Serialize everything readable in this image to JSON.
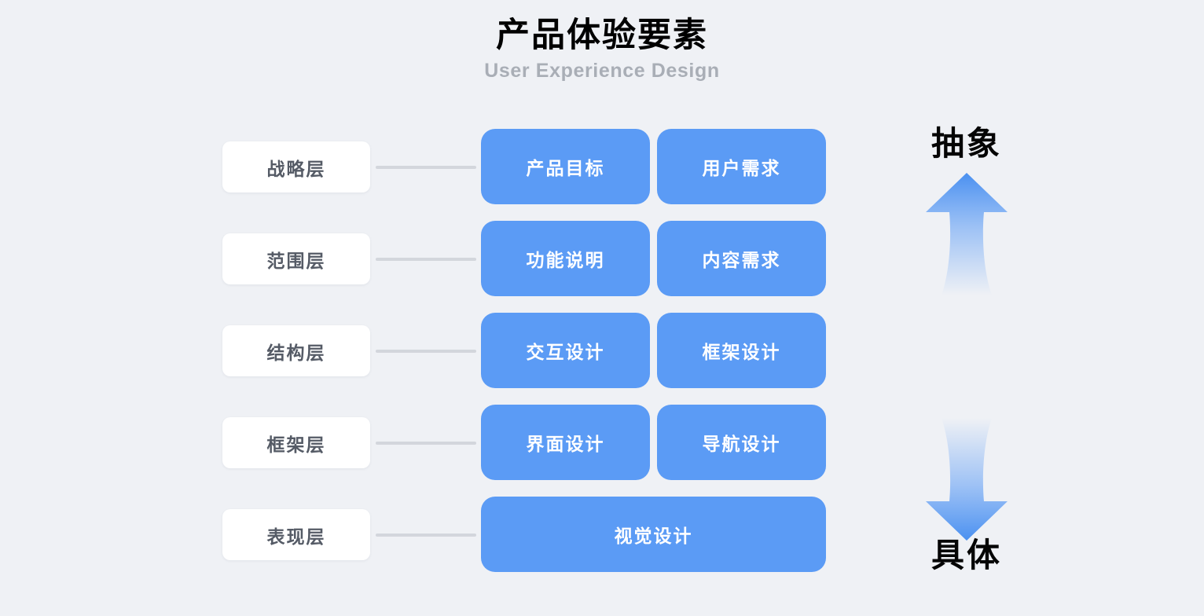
{
  "header": {
    "title": "产品体验要素",
    "subtitle": "User Experience Design"
  },
  "colors": {
    "background": "#eff1f5",
    "card_blue": "#5b9bf5",
    "layer_card_bg": "#ffffff",
    "layer_text": "#555b66",
    "connector": "#d3d6dc",
    "subtitle": "#a9aeb6",
    "axis_text": "#050505"
  },
  "rows": [
    {
      "layer": "战略层",
      "elements": [
        {
          "label": "产品目标",
          "span": "left"
        },
        {
          "label": "用户需求",
          "span": "right"
        }
      ]
    },
    {
      "layer": "范围层",
      "elements": [
        {
          "label": "功能说明",
          "span": "left"
        },
        {
          "label": "内容需求",
          "span": "right"
        }
      ]
    },
    {
      "layer": "结构层",
      "elements": [
        {
          "label": "交互设计",
          "span": "left"
        },
        {
          "label": "框架设计",
          "span": "right"
        }
      ]
    },
    {
      "layer": "框架层",
      "elements": [
        {
          "label": "界面设计",
          "span": "left"
        },
        {
          "label": "导航设计",
          "span": "right"
        }
      ]
    },
    {
      "layer": "表现层",
      "elements": [
        {
          "label": "视觉设计",
          "span": "wide"
        }
      ]
    }
  ],
  "axis": {
    "top_label": "抽象",
    "bottom_label": "具体",
    "up_arrow_icon": "arrow-up-icon",
    "down_arrow_icon": "arrow-down-icon"
  }
}
